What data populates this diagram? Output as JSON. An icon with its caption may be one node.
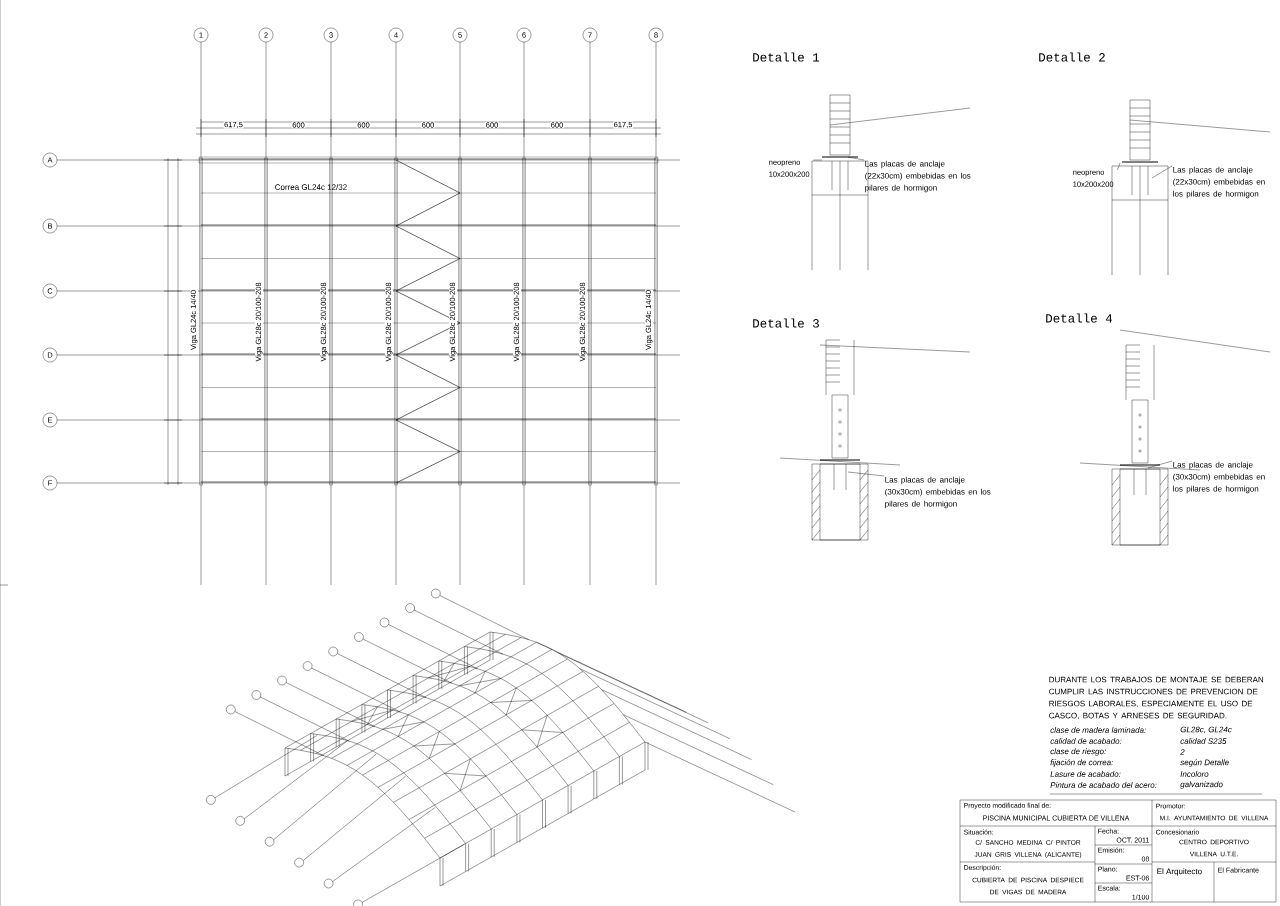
{
  "diagram": {
    "nodes": [
      {
        "text": [
          "Las placas de anclaje (22x30cm) embebidas en los pilares de hormigon"
        ]
      },
      {
        "text": [
          "neopreno 10x200x200"
        ]
      },
      {
        "text": [
          "Las placas de anclaje (22x30cm) embebidas en los pilares de hormigon"
        ]
      },
      {
        "text": [
          "neopreno 10x200x200"
        ]
      },
      {
        "text": [
          "Las placas de anclaje (30x30cm) embebidas en los pilares de hormigon"
        ]
      },
      {
        "text": [
          "Las placas de anclaje (30x30cm) embebidas en los pilares de hormigon"
        ]
      }
    ],
    "edges": [
      {
        "from": 0,
        "to": null,
        "arrow": "none"
      },
      {
        "from": 1,
        "to": null,
        "arrow": "none"
      },
      {
        "from": 2,
        "to": null,
        "arrow": "none"
      },
      {
        "from": 3,
        "to": null,
        "arrow": "none"
      },
      {
        "from": 4,
        "to": null,
        "arrow": "none"
      },
      {
        "from": 5,
        "to": null,
        "arrow": "none"
      }
    ],
    "labels": [
      "1",
      "2",
      "3",
      "4",
      "5",
      "6",
      "7",
      "8",
      "A",
      "B",
      "C",
      "D",
      "E",
      "F",
      "617,5",
      "600",
      "600",
      "600",
      "600",
      "600",
      "617,5",
      "Correa GL24c 12/32",
      "Viga GL24c 14/40",
      "Viga GL28c 20/100-208",
      "Viga GL28c 20/100-208",
      "Viga GL28c 20/100-208",
      "Viga GL28c 20/100-208",
      "Viga GL28c 20/100-208",
      "Viga GL28c 20/100-208",
      "Viga GL24c 14/40",
      "Detalle 1",
      "Detalle 2",
      "Detalle 3",
      "Detalle 4",
      "DURANTE LOS TRABAJOS DE MONTAJE SE DEBERAN CUMPLIR LAS INSTRUCCIONES DE PREVENCION DE RIESGOS LABORALES, ESPECIAMENTE EL USO DE CASCO, BOTAS Y ARNESES DE SEGURIDAD.",
      "clase de madera laminada:",
      "GL28c, GL24c",
      "calidad de acabado:",
      "calidad S235",
      "clase de riesgo:",
      "2",
      "fijación de correa:",
      "según Detalle",
      "Lasure de acabado:",
      "Incoloro",
      "Pintura de acabado del acero:",
      "galvanizado",
      "Proyecto modificado final de:",
      "PISCINA MUNICIPAL CUBIERTA DE VILLENA",
      "Situación:",
      "C/ SANCHO MEDINA C/ PINTOR JUAN GRIS VILLENA (ALICANTE)",
      "Fecha:",
      "OCT. 2011",
      "Descripción:",
      "CUBIERTA DE PISCINA DESPIECE DE VIGAS DE MADERA",
      "Emisión:",
      "08",
      "Plano:",
      "EST-06",
      "Escala:",
      "1/100",
      "Promotor:",
      "M.I. AYUNTAMIENTO DE VILLENA",
      "Concesionario",
      "CENTRO DEPORTIVO VILLENA U.T.E.",
      "El Arquitecto",
      "El Fabricante"
    ]
  }
}
